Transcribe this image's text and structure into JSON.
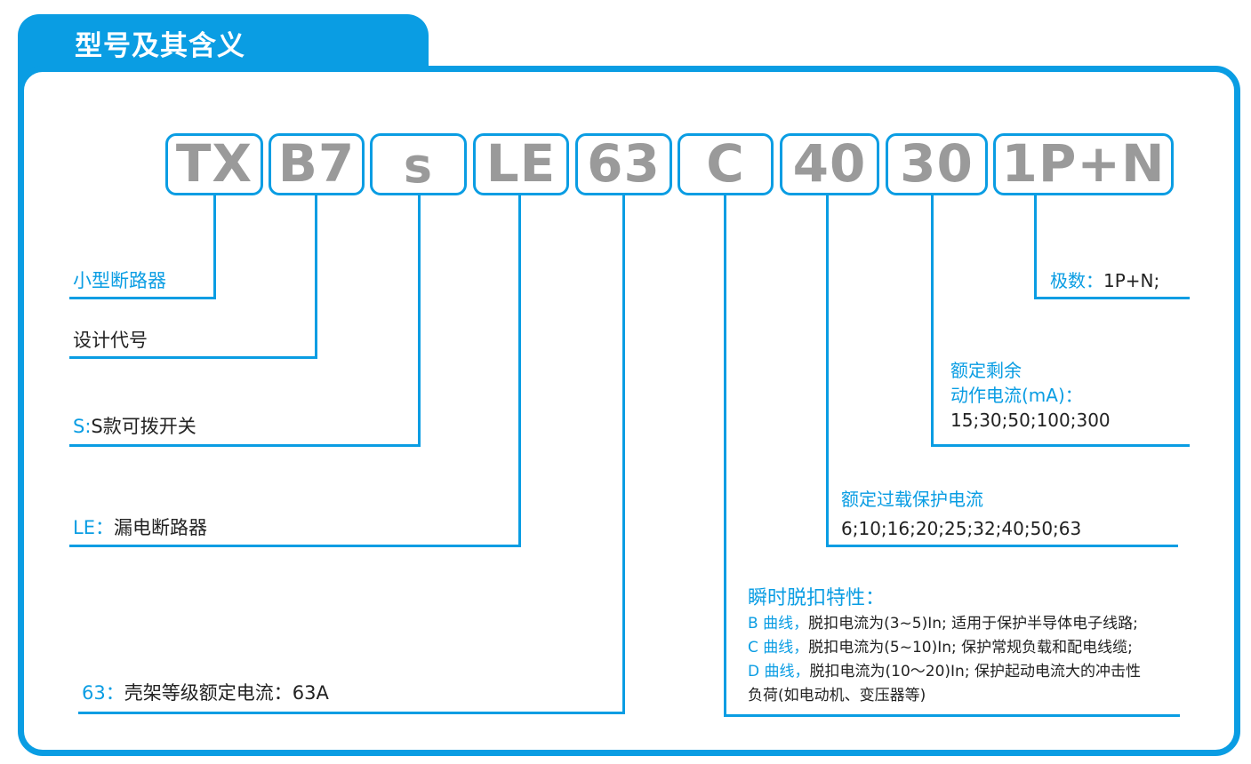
{
  "header": {
    "title": "型号及其含义"
  },
  "boxes": [
    "TX",
    "B7",
    "s",
    "LE",
    "63",
    "C",
    "40",
    "30",
    "1P+N"
  ],
  "labels": {
    "tx": "小型断路器",
    "b7": "设计代号",
    "s_prefix": "S:",
    "s_text": "S款可拨开关",
    "le_prefix": "LE：",
    "le_text": "漏电断路器",
    "i63_prefix": "63：",
    "i63_text": "壳架等级额定电流：63A",
    "poles_prefix": "极数：",
    "poles_text": "1P+N;",
    "residual_title_1": "额定剩余",
    "residual_title_2": "动作电流(mA)：",
    "residual_values": "15;30;50;100;300",
    "overload_title": "额定过载保护电流",
    "overload_values": "6;10;16;20;25;32;40;50;63",
    "trip_title": "瞬时脱扣特性：",
    "trip_b_prefix": "B 曲线，",
    "trip_b_text": "脱扣电流为(3~5)In; 适用于保护半导体电子线路;",
    "trip_c_prefix": "C 曲线，",
    "trip_c_text": "脱扣电流为(5~10)In; 保护常规负载和配电线缆;",
    "trip_d_prefix": "D 曲线，",
    "trip_d_text": "脱扣电流为(10～20)In; 保护起动电流大的冲击性",
    "trip_d_text2": "负荷(如电动机、变压器等)"
  },
  "colors": {
    "accent": "#0a9de3",
    "box_text": "#9a9a9a",
    "body_text": "#222222"
  }
}
